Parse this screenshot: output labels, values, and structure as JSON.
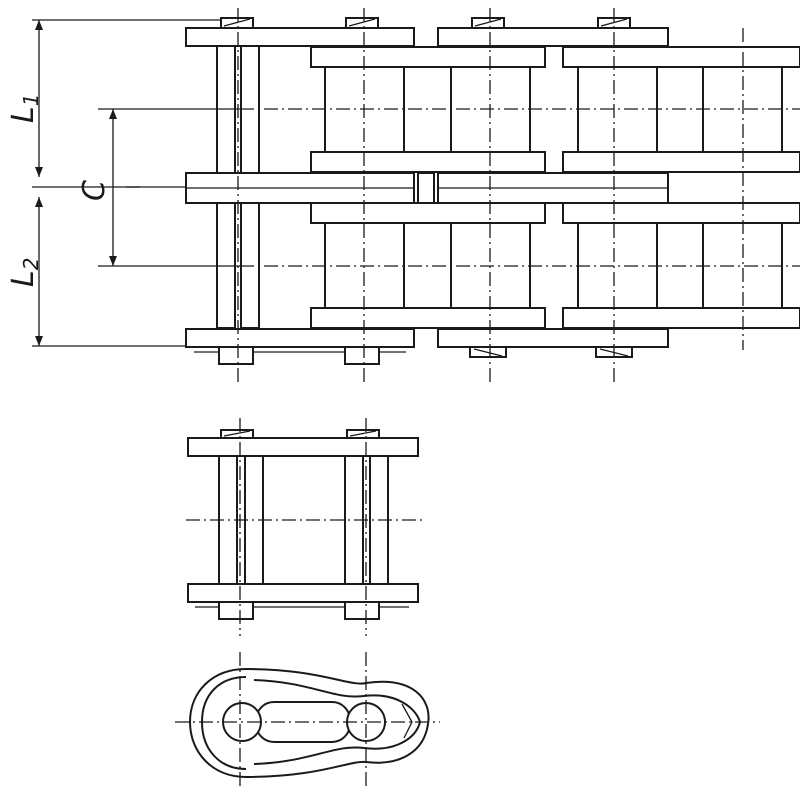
{
  "dimensions": {
    "l1": {
      "main": "L",
      "sub": "1"
    },
    "l2": {
      "main": "L",
      "sub": "2"
    },
    "c": "C"
  },
  "colors": {
    "line": "#1a1a1a",
    "background": "#ffffff"
  },
  "views": [
    "duplex-chain-top-view",
    "connecting-link-view",
    "link-plate-side-view"
  ]
}
